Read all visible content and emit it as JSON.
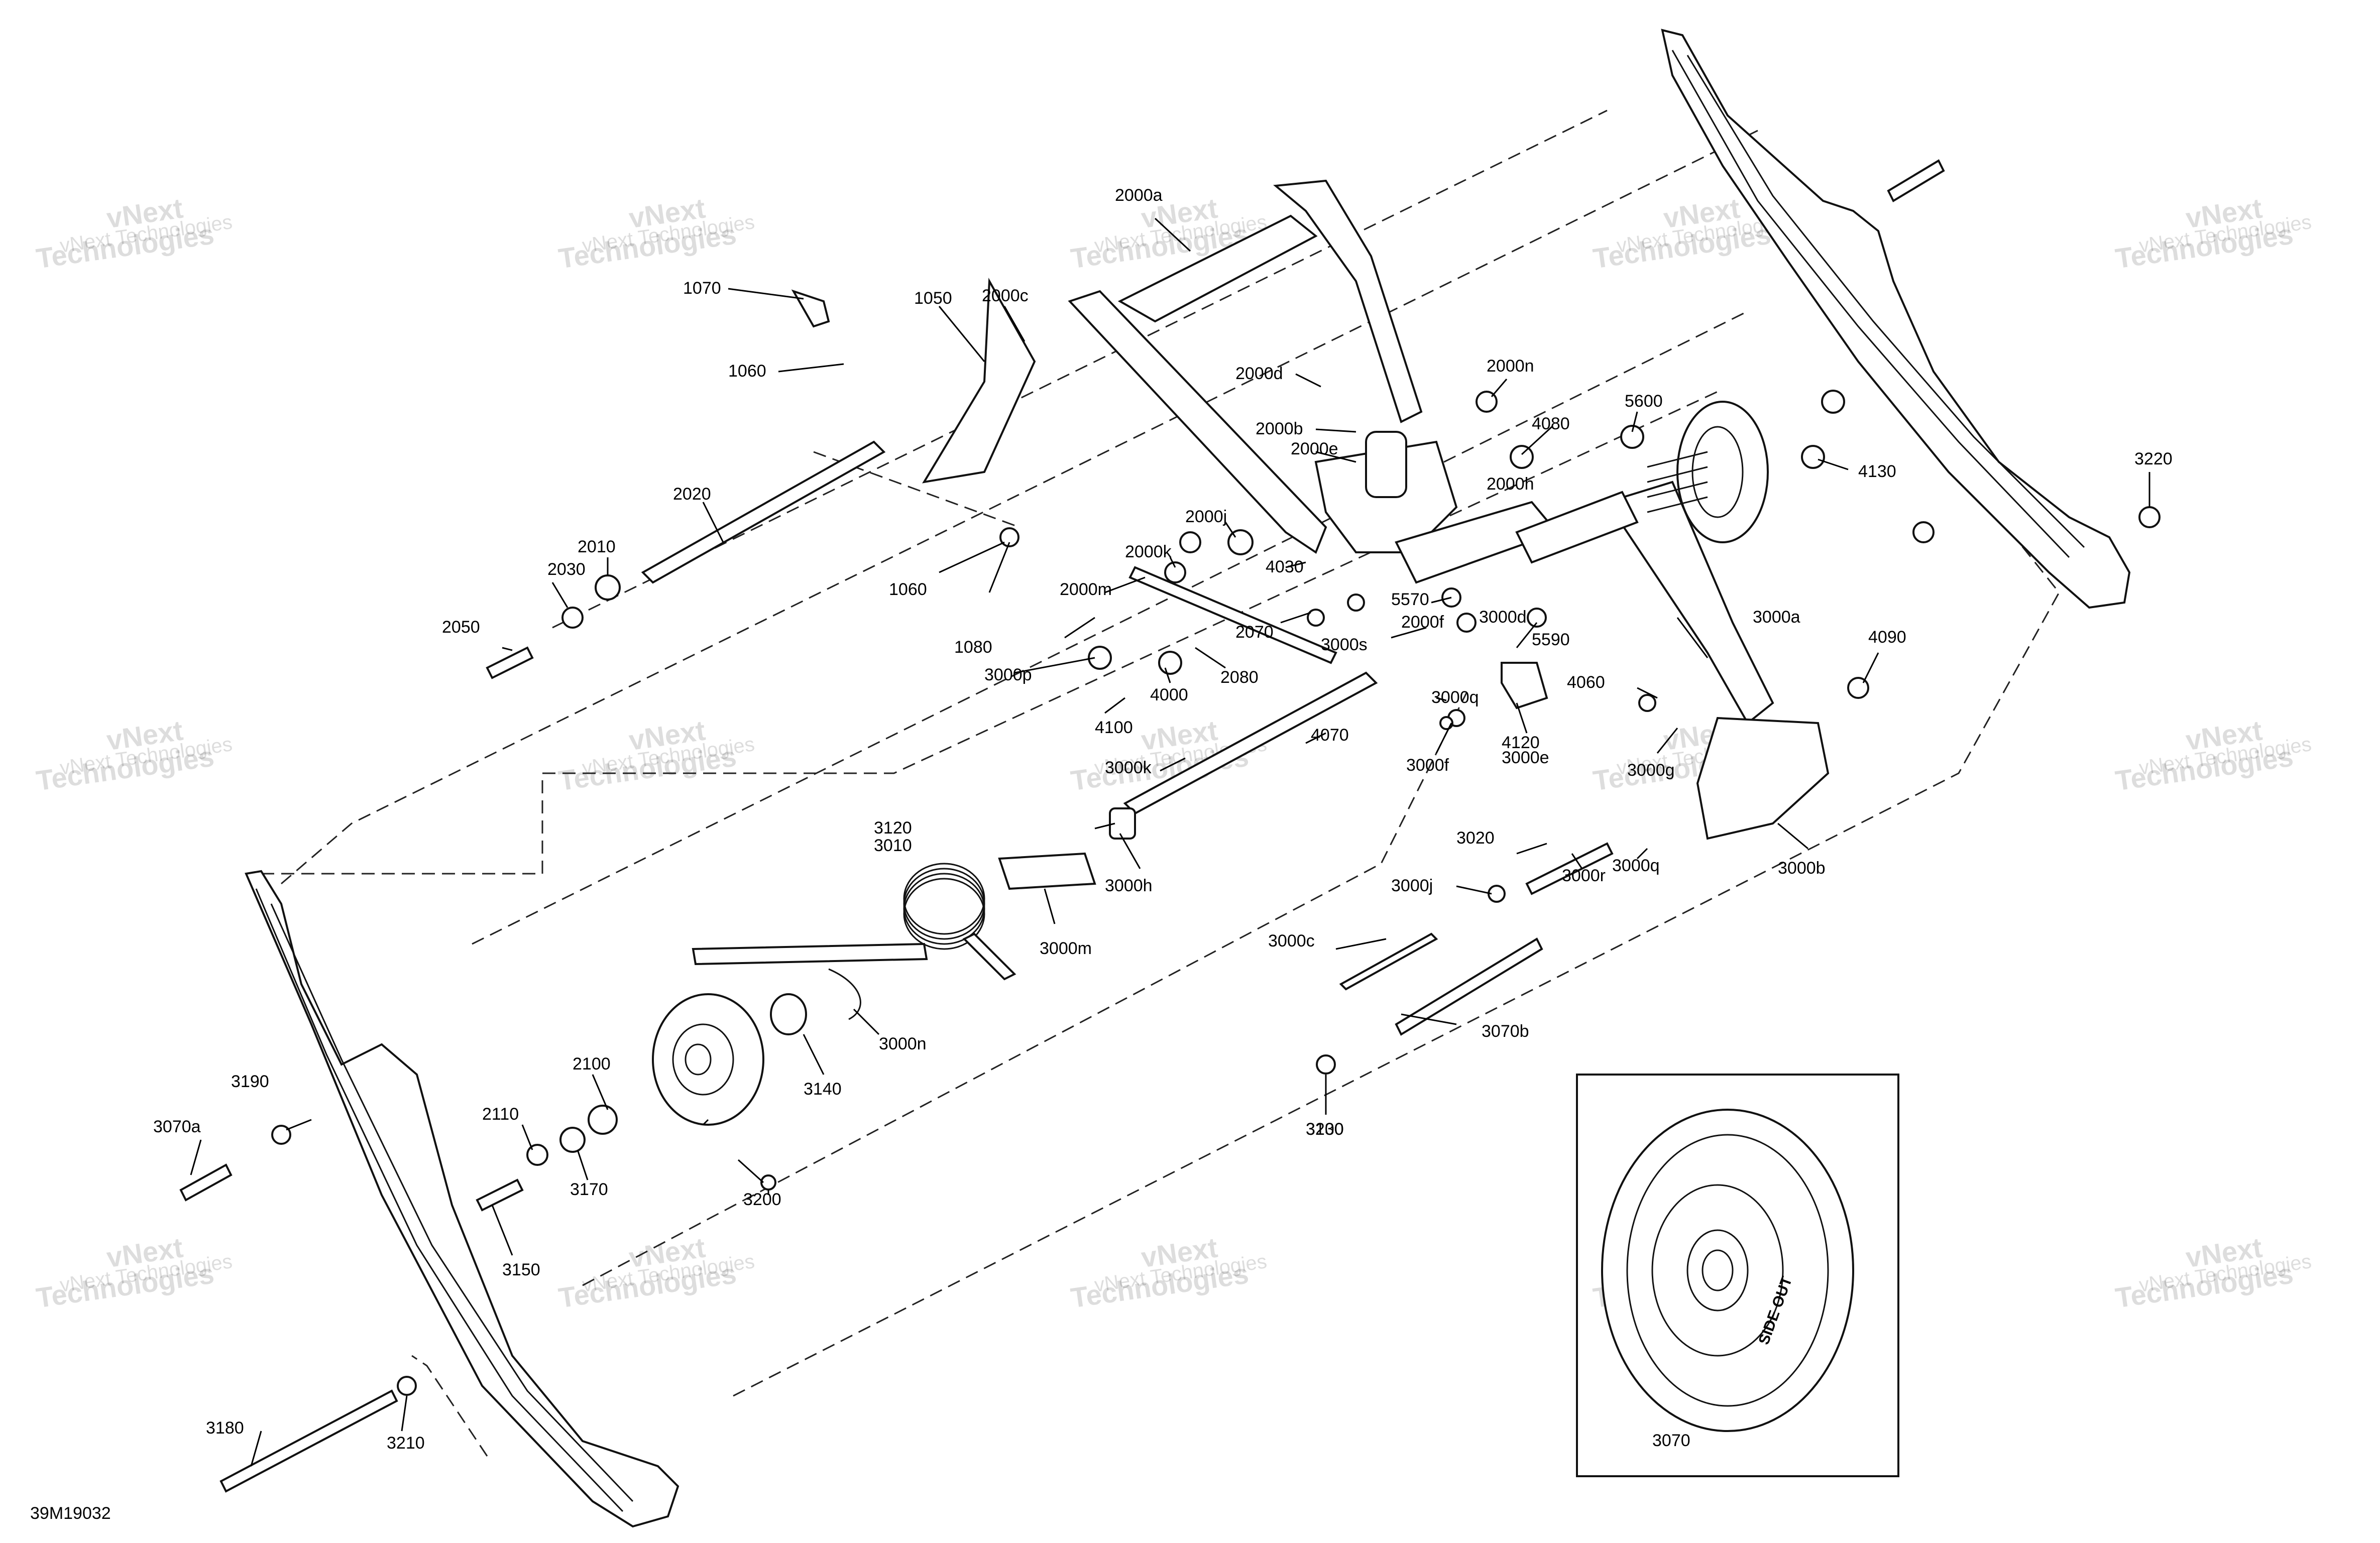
{
  "diagram_code": "39M19032",
  "watermark": {
    "line1": "vNext Technologies",
    "line2": "vNext",
    "line3": "Technologies"
  },
  "inset": {
    "label": "3070",
    "wheel_text": "SIDE OUT"
  },
  "callouts": [
    "2000a",
    "1070",
    "1050",
    "2000c",
    "1060",
    "2000d",
    "2000n",
    "4080",
    "5600",
    "2000b",
    "2000e",
    "2000h",
    "4130",
    "2020",
    "3220",
    "2000j",
    "2010",
    "2030",
    "2000k",
    "4030",
    "1060",
    "2000m",
    "5570",
    "3000d",
    "3000a",
    "2050",
    "1080",
    "2070",
    "2000f",
    "3000s",
    "5590",
    "4090",
    "3000p",
    "2080",
    "4000",
    "4060",
    "3000q",
    "4100",
    "4070",
    "4120",
    "3000e",
    "3000f",
    "3000g",
    "3000k",
    "3120",
    "3010",
    "3020",
    "3000h",
    "3000r",
    "3000q",
    "3000b",
    "3000j",
    "3000m",
    "3000c",
    "3000n",
    "3070b",
    "3190",
    "2100",
    "3140",
    "3070a",
    "2110",
    "3170",
    "3130",
    "3200",
    "3150",
    "3180",
    "3210",
    "3200"
  ],
  "colors": {
    "line": "#111111",
    "background": "#ffffff"
  }
}
